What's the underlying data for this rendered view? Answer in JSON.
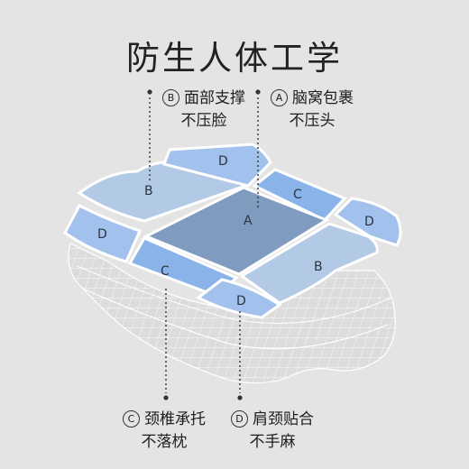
{
  "title": "防生人体工学",
  "callouts": {
    "b": {
      "badge": "B",
      "line1": "面部支撑",
      "line2": "不压脸"
    },
    "a": {
      "badge": "A",
      "line1": "脑窝包裹",
      "line2": "不压头"
    },
    "c": {
      "badge": "C",
      "line1": "颈椎承托",
      "line2": "不落枕"
    },
    "d": {
      "badge": "D",
      "line1": "肩颈贴合",
      "line2": "不手麻"
    }
  },
  "zones": {
    "a": "A",
    "b": "B",
    "c": "C",
    "d": "D"
  },
  "colors": {
    "background": "#e4e4e4",
    "zone_a": "#7f9cc0",
    "zone_b": "#b3cae6",
    "zone_c": "#8ab3ea",
    "zone_d": "#a3c1ed",
    "pillow_mesh": "#ffffff"
  }
}
